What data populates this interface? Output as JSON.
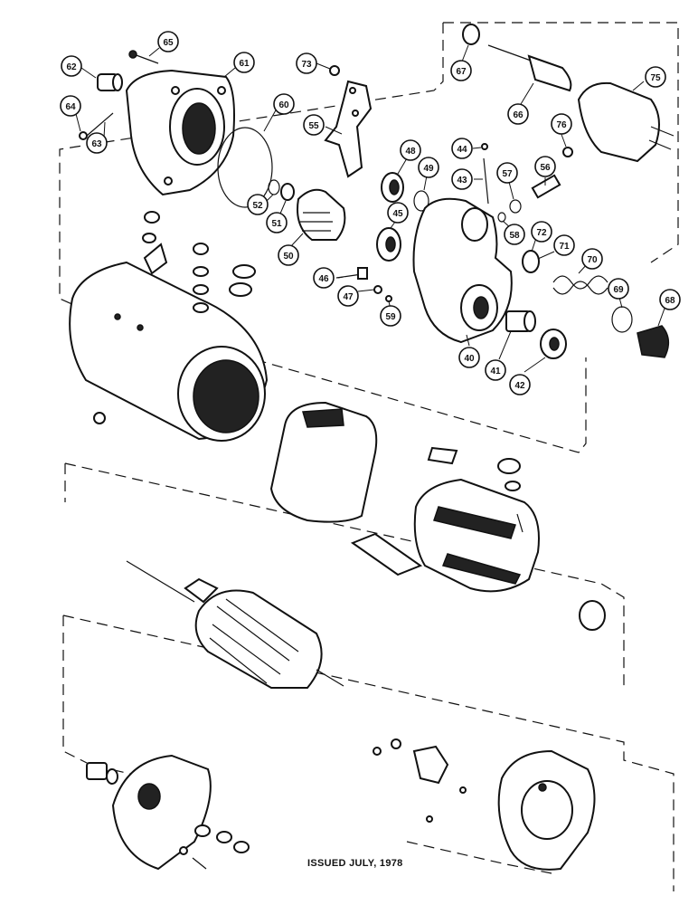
{
  "footer": {
    "issued": "ISSUED JULY, 1978"
  },
  "callouts": [
    "65",
    "62",
    "61",
    "73",
    "67",
    "75",
    "64",
    "63",
    "60",
    "55",
    "48",
    "44",
    "49",
    "66",
    "76",
    "52",
    "51",
    "43",
    "57",
    "56",
    "50",
    "45",
    "58",
    "72",
    "71",
    "70",
    "46",
    "47",
    "59",
    "40",
    "41",
    "42",
    "69",
    "68"
  ]
}
